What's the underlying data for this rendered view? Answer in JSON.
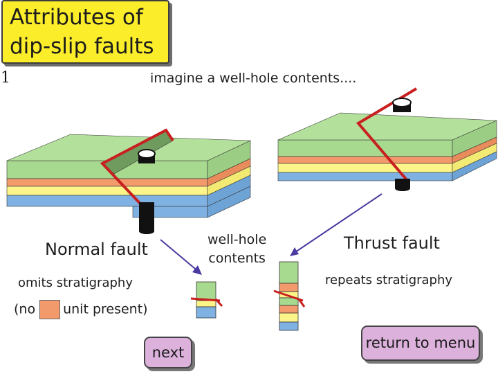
{
  "title": {
    "line1": "Attributes of",
    "line2": "dip-slip faults"
  },
  "slide_number": "1",
  "intro_text": "imagine a well-hole contents....",
  "normal": {
    "label": "Normal fault",
    "effect": "omits stratigraphy",
    "note_before": "(no",
    "note_after": "unit present)"
  },
  "thrust": {
    "label": "Thrust fault",
    "effect": "repeats stratigraphy"
  },
  "well_hole": {
    "line1": "well-hole",
    "line2": "contents"
  },
  "buttons": {
    "next": "next",
    "return_menu": "return to menu"
  },
  "colors": {
    "green": "#a7d98f",
    "orange": "#f39a6c",
    "yellow": "#fdf58a",
    "blue": "#7fb2e2",
    "fault": "#c81f1f",
    "arrow": "#4b3aa0",
    "title_bg": "#fbed2a",
    "button_bg": "#dcb2dc"
  }
}
